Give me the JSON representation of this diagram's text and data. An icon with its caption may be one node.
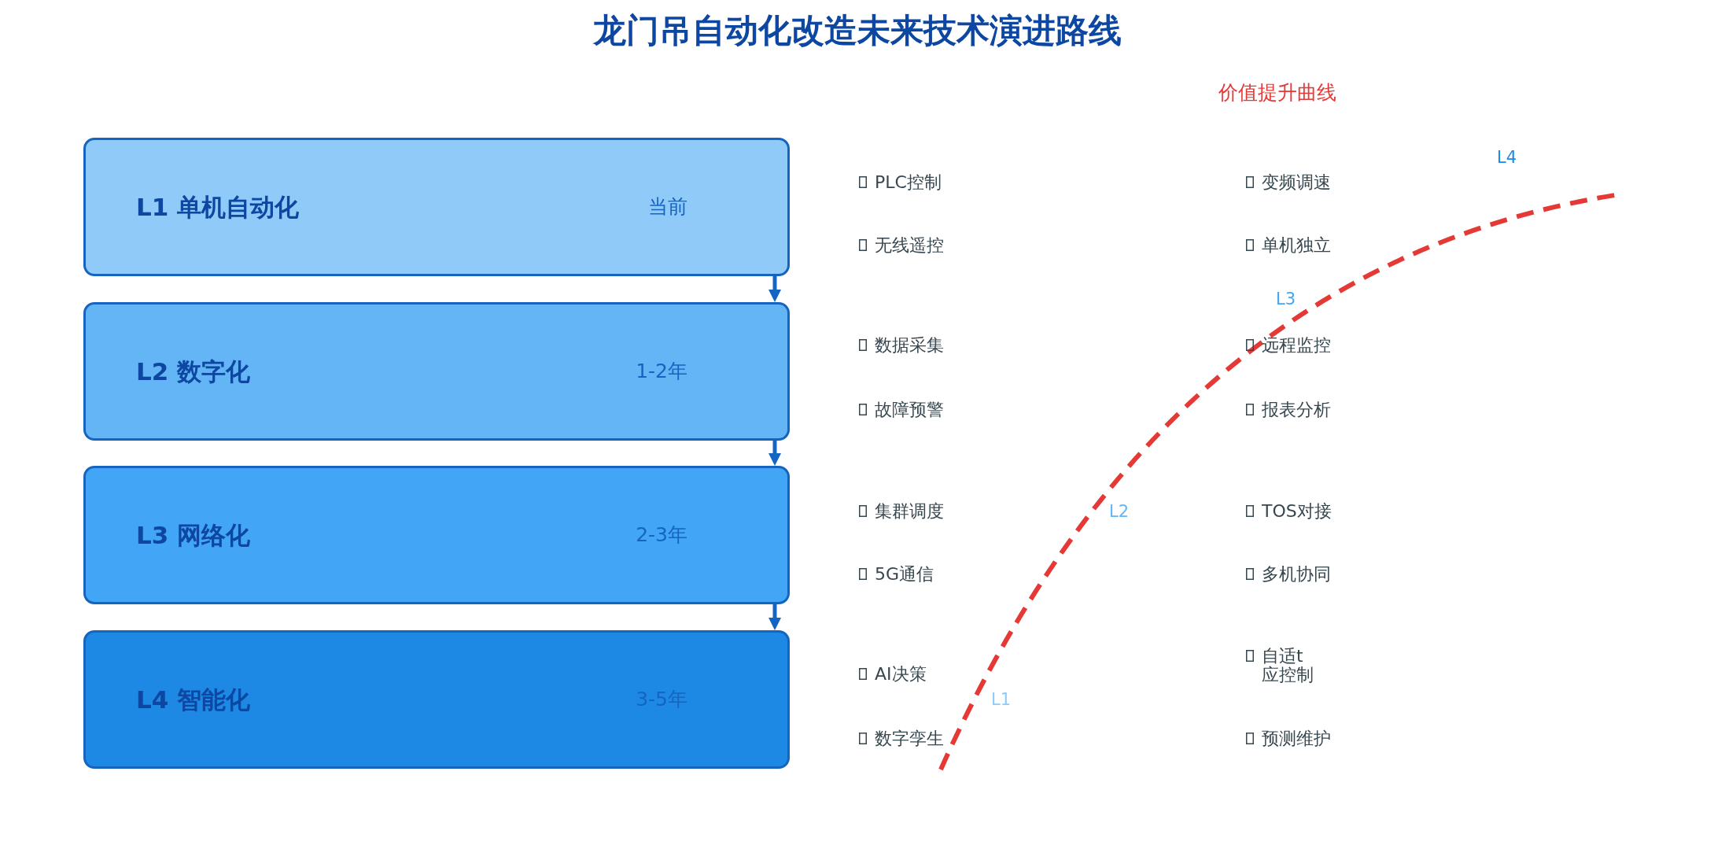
{
  "diagram": {
    "title": "龙门吊自动化改造未来技术演进路线",
    "nodes": [
      {
        "text": [
          "L1 单机自动化",
          "当前"
        ]
      },
      {
        "text": [
          "L2 数字化",
          "1-2年"
        ]
      },
      {
        "text": [
          "L3 网络化",
          "2-3年"
        ]
      },
      {
        "text": [
          "L4 智能化",
          "3-5年"
        ]
      }
    ],
    "edges": [
      {
        "from": 0,
        "to": 1,
        "arrow": "to"
      },
      {
        "from": 1,
        "to": 2,
        "arrow": "to"
      },
      {
        "from": 2,
        "to": 3,
        "arrow": "to"
      }
    ],
    "labels": [
      "价值提升曲线",
      "L4",
      "PLC控制",
      "变频调速",
      "无线遥控",
      "单机独立",
      "L3",
      "数据采集",
      "远程监控",
      "故障预警",
      "报表分析",
      "集群调度",
      "L2",
      "TOS对接",
      "5G通信",
      "多机协同",
      "自适t应控制",
      "AI决策",
      "L1",
      "数字孪生",
      "预测维护"
    ]
  }
}
